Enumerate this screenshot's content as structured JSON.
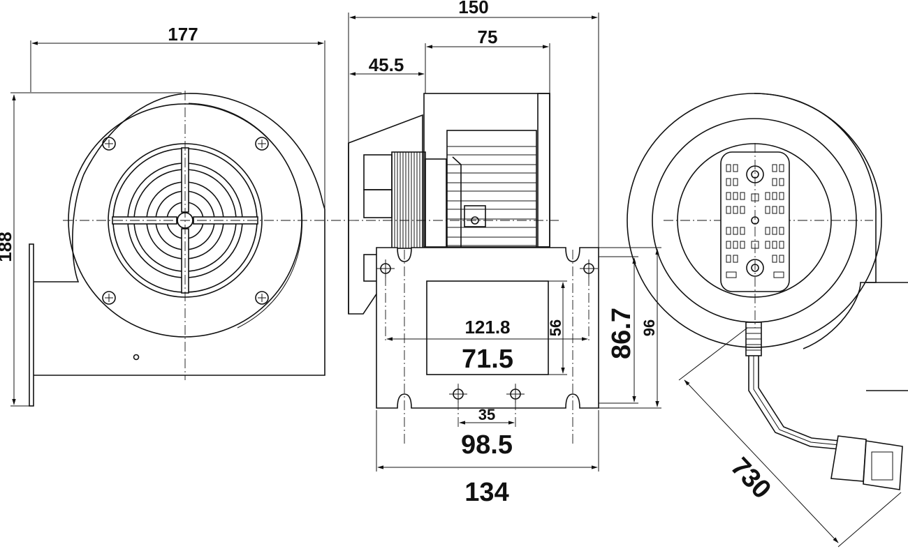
{
  "drawing": {
    "front_view": {
      "width_dim": "177",
      "height_dim": "188"
    },
    "side_view": {
      "overall_depth": "150",
      "motor_depth": "75",
      "housing_offset": "45.5",
      "flange_width_outer": "121.8",
      "outlet_width": "71.5",
      "outlet_height": "56",
      "hole_spacing": "35",
      "flange_hole_span": "98.5",
      "flange_total_width": "134",
      "flange_height_inner": "86.7",
      "flange_height_outer": "96"
    },
    "rear_view": {
      "cable_length": "730"
    }
  }
}
